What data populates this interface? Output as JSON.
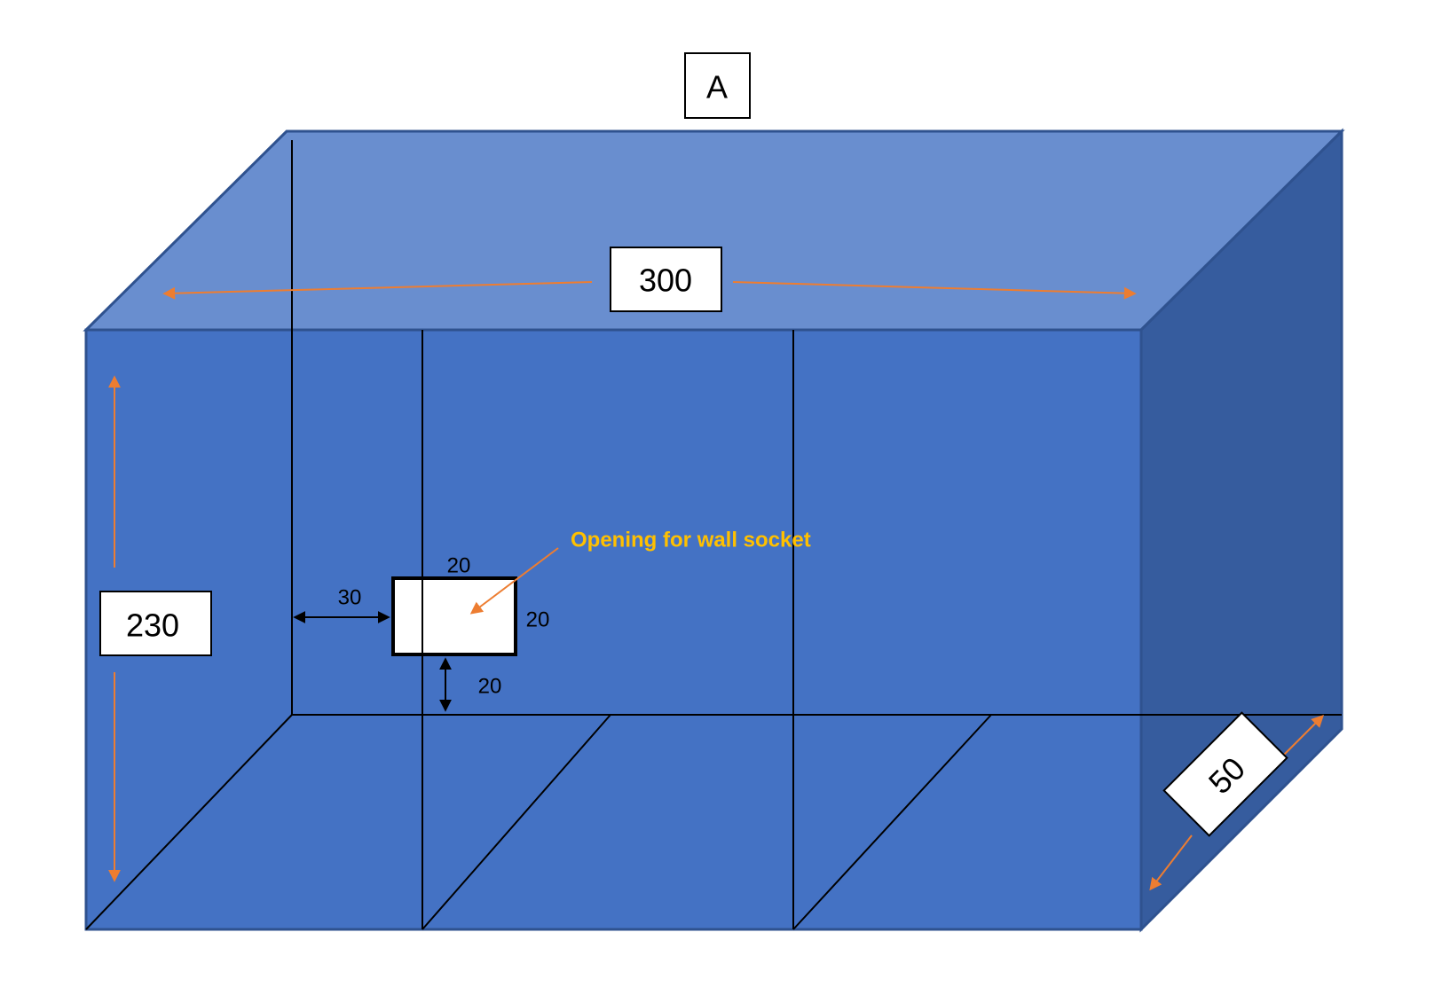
{
  "colors": {
    "front_face": "#4472C4",
    "top_face": "#698ECF",
    "side_face": "#365C9E",
    "edge": "#2F528F",
    "dimension_arrow": "#ED7D31",
    "annotation_text": "#FFC000",
    "inner_line": "#000000",
    "label_box_fill": "#FFFFFF"
  },
  "title_label": "A",
  "dimensions": {
    "width": "300",
    "height": "230",
    "depth": "50"
  },
  "socket": {
    "annotation": "Opening for wall socket",
    "width_label": "20",
    "height_label": "20",
    "offset_left_label": "30",
    "offset_bottom_label": "20"
  }
}
